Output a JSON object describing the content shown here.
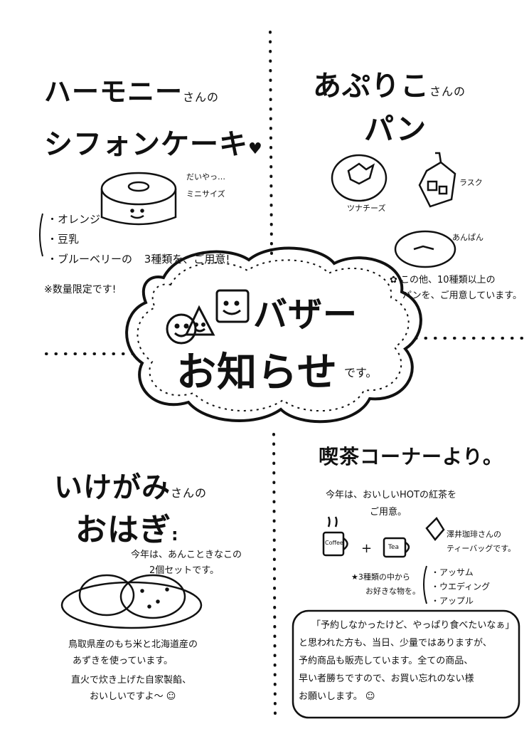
{
  "center": {
    "line1": "バザー",
    "line2": "お知らせ",
    "suffix": "です。"
  },
  "harmony": {
    "title1": "ハーモニー",
    "title1_small": "さんの",
    "title2": "シフォンケーキ",
    "size_note1": "だいやっ…",
    "size_note2": "ミニサイズ",
    "flavors": [
      "・オレンジ",
      "・豆乳",
      "・ブルーベリーの"
    ],
    "flavor_note": "3種類を、ご用意!",
    "limited": "※数量限定です!"
  },
  "apurico": {
    "title1": "あぷりこ",
    "title1_small": "さんの",
    "title2": "パン",
    "bread1": "ツナチーズ",
    "bread2": "ラスク",
    "bread3": "あんぱん",
    "note1": "この他、10種類以上の",
    "note2": "パンを、ご用意しています。"
  },
  "ikegami": {
    "title1": "いけがみ",
    "title1_small": "さんの",
    "title2": "おはぎ",
    "desc1": "今年は、あんこときなこの",
    "desc2": "2個セットです。",
    "body1": "鳥取県産のもち米と北海道産の",
    "body2": "あずきを使っています。",
    "body3": "直火で炊き上げた自家製餡、",
    "body4": "おいしいですよ〜"
  },
  "cafe": {
    "title": "喫茶コーナーより。",
    "desc1": "今年は、おいしいHOTの紅茶を",
    "desc2": "ご用意。",
    "cup1": "Coffee",
    "cup2": "Tea",
    "brand1": "澤井珈琲さんの",
    "brand2": "ティーバッグです。",
    "choose1": "★3種類の中から",
    "choose2": "お好きな物を。",
    "teas": [
      "・アッサム",
      "・ウエディング",
      "・アップル"
    ]
  },
  "footer_note": {
    "lines": [
      "「予約しなかったけど、やっぱり食べたいなぁ」",
      "と思われた方も、当日、少量ではありますが、",
      "予約商品も販売しています。全ての商品、",
      "早い者勝ちですので、お買い忘れのない様",
      "お願いします。"
    ]
  }
}
